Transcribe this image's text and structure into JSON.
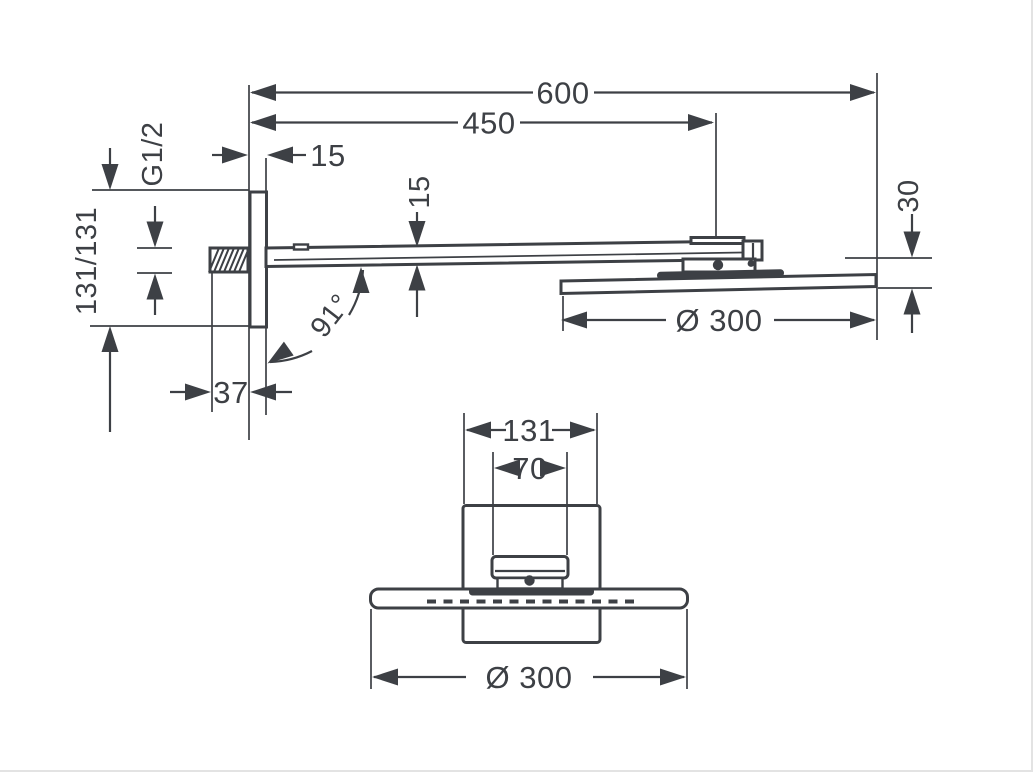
{
  "drawing": {
    "type": "dimensional-technical-drawing",
    "subject": "overhead shower with shower arm, side view and front view",
    "colors": {
      "line": "#3d4045",
      "background": "#ffffff"
    }
  },
  "side_view": {
    "total_length": "600",
    "arm_projection": "450",
    "plate_offset": "15",
    "arm_thickness": "15",
    "thread_size": "G1/2",
    "wall_plate_size": "131/131",
    "thread_projection": "37",
    "arm_angle": "91°",
    "head_drop": "30",
    "head_diameter": "Ø 300"
  },
  "front_view": {
    "plate_width": "131",
    "connector_width": "70",
    "head_diameter": "Ø 300"
  }
}
